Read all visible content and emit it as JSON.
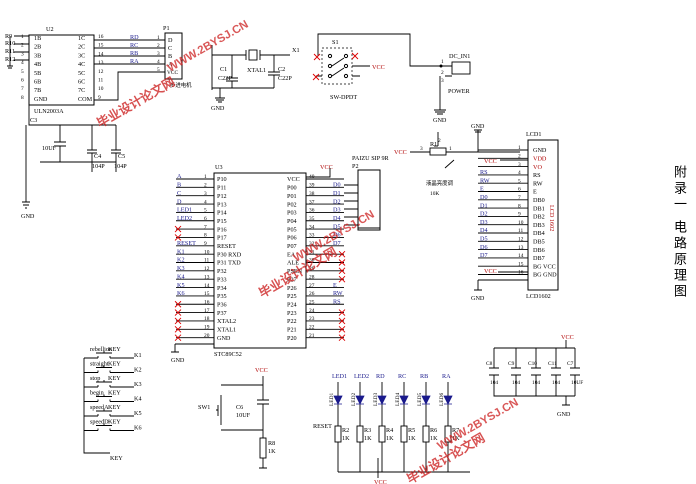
{
  "caption": "附录一  电路原理图",
  "u2": {
    "ref": "U2",
    "part": "ULN2003A",
    "pins_left": [
      "1B",
      "2B",
      "3B",
      "4B",
      "5B",
      "6B",
      "7B",
      "GND"
    ],
    "pins_right": [
      "1C",
      "2C",
      "3C",
      "4C",
      "5C",
      "6C",
      "7C",
      "COM"
    ],
    "pin_nums_left": [
      "1",
      "2",
      "3",
      "4",
      "5",
      "6",
      "7",
      "8"
    ],
    "pin_nums_right": [
      "16",
      "15",
      "14",
      "13",
      "12",
      "11",
      "10",
      "9"
    ],
    "right_labels": [
      "RD",
      "RC",
      "RB",
      "RA"
    ],
    "left_labels": [
      "R9",
      "R10",
      "R11",
      "R12"
    ]
  },
  "p1": {
    "ref": "P1",
    "pins": [
      "D",
      "C",
      "B",
      "A",
      "VCC"
    ],
    "nums": [
      "1",
      "2",
      "3",
      "4",
      "5"
    ],
    "note": "步进电机"
  },
  "xtal": {
    "ref": "XTAL1",
    "label": "X1",
    "c1": "C1",
    "c2": "C2",
    "v1": "C22P",
    "v2": "C22P"
  },
  "switch": {
    "ref": "S1",
    "part": "SW-DPDT",
    "vcc": "VCC"
  },
  "power": {
    "ref": "DC_IN1",
    "part": "POWER"
  },
  "caps": {
    "c3": "C3",
    "c3v": "10UF",
    "c4": "C4",
    "c4v": "104P",
    "c5": "C5",
    "c5v": "104P"
  },
  "u3": {
    "ref": "U3",
    "part": "STC89C52",
    "left_pins": [
      "P10",
      "P11",
      "P12",
      "P13",
      "P14",
      "P15",
      "P16",
      "P17",
      "RESET",
      "P30 RXD",
      "P31 TXD",
      "P32",
      "P33",
      "P34",
      "P35",
      "P36",
      "P37",
      "XTAL2",
      "XTAL1",
      "GND"
    ],
    "left_nums": [
      "1",
      "2",
      "3",
      "4",
      "5",
      "6",
      "7",
      "8",
      "9",
      "10",
      "11",
      "12",
      "13",
      "14",
      "15",
      "16",
      "17",
      "18",
      "19",
      "20"
    ],
    "right_pins": [
      "VCC",
      "P00",
      "P01",
      "P02",
      "P03",
      "P04",
      "P05",
      "P06",
      "P07",
      "EA",
      "ALE",
      "PSEN",
      "P27",
      "P26",
      "P25",
      "P24",
      "P23",
      "P22",
      "P21",
      "P20"
    ],
    "right_nums": [
      "40",
      "39",
      "38",
      "37",
      "36",
      "35",
      "34",
      "33",
      "32",
      "31",
      "30",
      "29",
      "28",
      "27",
      "26",
      "25",
      "24",
      "23",
      "22",
      "21"
    ],
    "left_nets": [
      "A",
      "B",
      "C",
      "D",
      "LED1",
      "LED2",
      "",
      "",
      "RESET",
      "K1",
      "K2",
      "K3",
      "K4",
      "K5",
      "K6",
      "",
      "",
      "",
      "",
      ""
    ],
    "right_nets": [
      "",
      "D0",
      "D1",
      "D2",
      "D3",
      "D4",
      "D5",
      "D6",
      "D7",
      "",
      "",
      "",
      "",
      "E",
      "RW",
      "RS",
      "",
      "",
      "",
      ""
    ]
  },
  "p2": {
    "ref": "P2",
    "part": "PAIZU SIP 9R",
    "gnd": "GND"
  },
  "r1": {
    "ref": "R1",
    "note": "液晶亮度调",
    "val": "10K",
    "pins": [
      "3",
      "2",
      "1"
    ],
    "vcc": "VCC"
  },
  "lcd": {
    "ref": "LCD1",
    "part": "LCD1602",
    "title": "LCD 1602",
    "pins": [
      "GND",
      "VDD",
      "VO",
      "RS",
      "RW",
      "E",
      "DB0",
      "DB1",
      "DB2",
      "DB3",
      "DB4",
      "DB5",
      "DB6",
      "DB7",
      "BG VCC",
      "BG GND"
    ],
    "nums": [
      "1",
      "2",
      "3",
      "4",
      "5",
      "6",
      "7",
      "8",
      "9",
      "10",
      "11",
      "12",
      "13",
      "14",
      "15",
      "16"
    ],
    "nets": [
      "",
      "",
      "",
      "RS",
      "RW",
      "E",
      "D0",
      "D1",
      "D2",
      "D3",
      "D4",
      "D5",
      "D6",
      "D7",
      "",
      ""
    ]
  },
  "keys": [
    {
      "label": "rebellion",
      "ref": "K1"
    },
    {
      "label": "straight",
      "ref": "K2"
    },
    {
      "label": "stop",
      "ref": "K3"
    },
    {
      "label": "begin",
      "ref": "K4"
    },
    {
      "label": "speedA",
      "ref": "K5"
    },
    {
      "label": "speedD",
      "ref": "K6"
    }
  ],
  "key_word": "KEY",
  "reset": {
    "sw": "SW1",
    "cap": "C6",
    "capv": "10UF",
    "res": "R8",
    "resv": "1K",
    "vcc": "VCC",
    "net": "RESET"
  },
  "leds": [
    {
      "net": "LED1",
      "d": "LED1",
      "r": "R2",
      "v": "1K"
    },
    {
      "net": "LED2",
      "d": "LED2",
      "r": "R3",
      "v": "1K"
    },
    {
      "net": "RD",
      "d": "LED3",
      "r": "R4",
      "v": "1K"
    },
    {
      "net": "RC",
      "d": "LED4",
      "r": "R5",
      "v": "1K"
    },
    {
      "net": "RB",
      "d": "LED5",
      "r": "R6",
      "v": "1K"
    },
    {
      "net": "RA",
      "d": "LED6",
      "r": "R7",
      "v": "1K"
    }
  ],
  "bypass": {
    "caps": [
      "C8",
      "C9",
      "C10",
      "C11",
      "C7"
    ],
    "vals": [
      "104",
      "104",
      "104",
      "104",
      "10UF"
    ],
    "vcc": "VCC"
  },
  "labels": {
    "gnd": "GND",
    "vcc": "VCC"
  },
  "watermarks": [
    "毕业设计论文网",
    "WWW.2BYSJ.CN"
  ]
}
